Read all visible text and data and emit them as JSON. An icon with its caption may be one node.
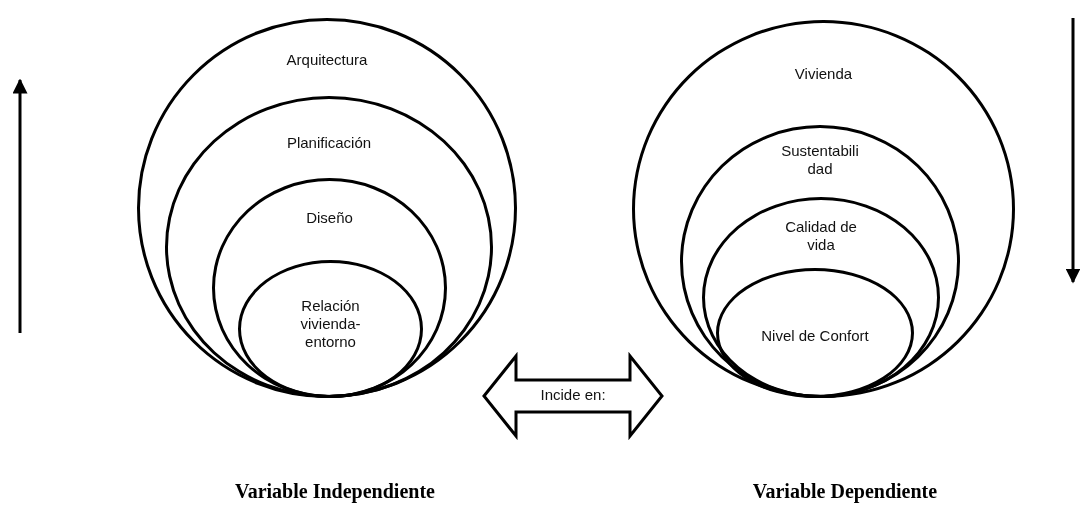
{
  "diagram": {
    "nodes": [
      {
        "text": [
          "Arquitectura"
        ]
      },
      {
        "text": [
          "Planificación"
        ],
        "in": 0
      },
      {
        "text": [
          "Diseño"
        ],
        "in": 1
      },
      {
        "text": [
          "Relación vivienda- entorno"
        ],
        "in": 2
      },
      {
        "text": [
          "Vivienda"
        ]
      },
      {
        "text": [
          "Sustentabili dad"
        ],
        "in": 4
      },
      {
        "text": [
          "Calidad de vida"
        ],
        "in": 5
      },
      {
        "text": [
          "Nivel de Confort"
        ],
        "in": 6
      }
    ],
    "edges": [
      {
        "from": 0,
        "to": 4,
        "arrow": "both",
        "label": "Incide en:"
      }
    ],
    "labels": [
      "Variable Independiente",
      "Variable Dependiente"
    ]
  }
}
